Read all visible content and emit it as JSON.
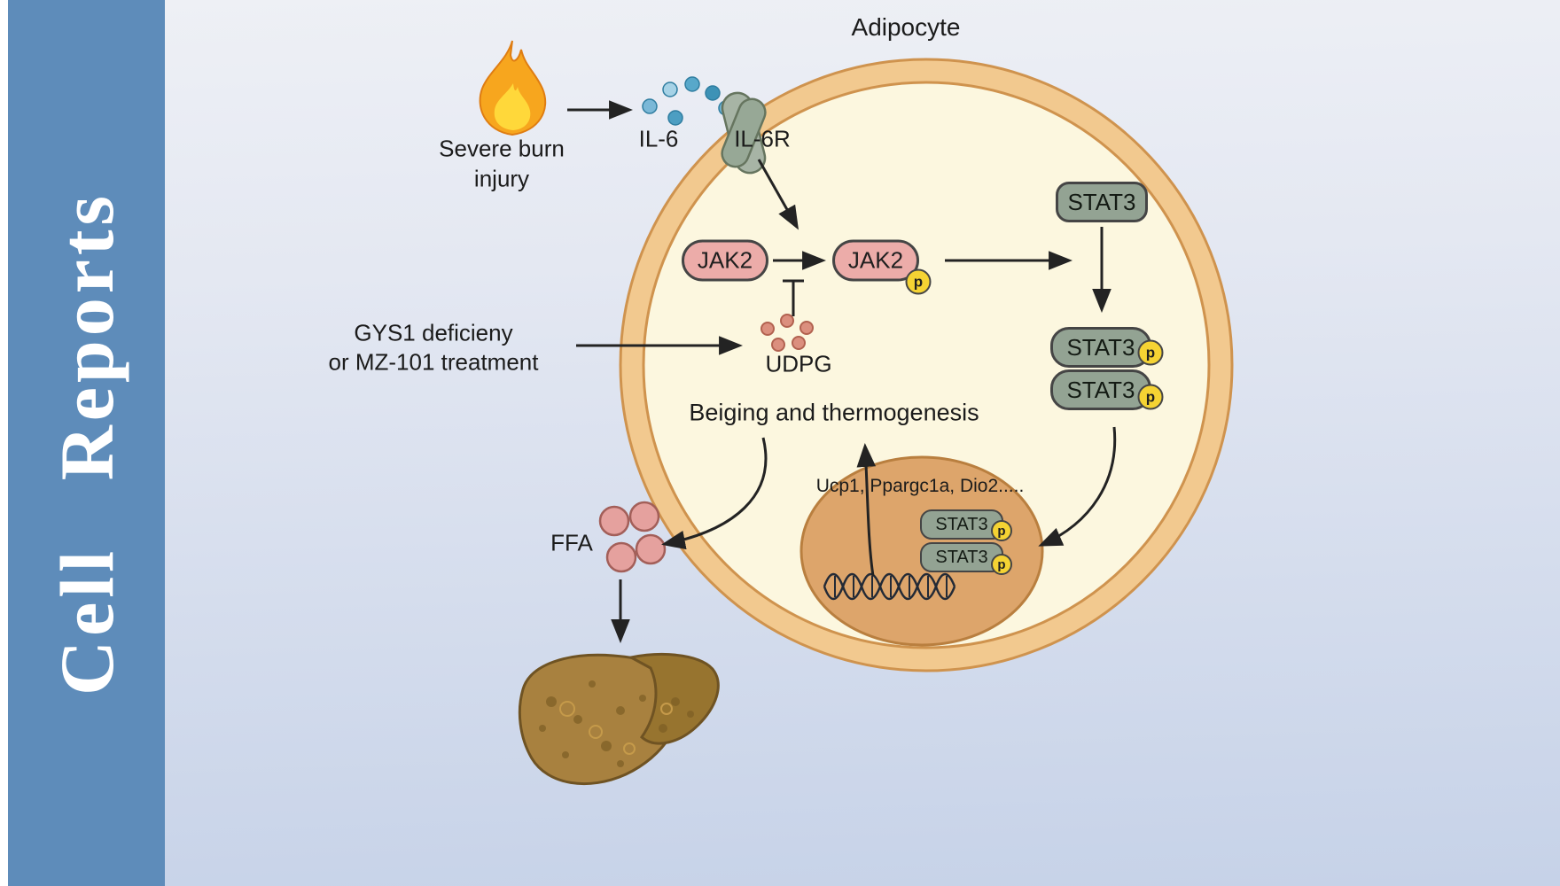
{
  "journal": {
    "name": "Cell Reports"
  },
  "labels": {
    "adipocyte": "Adipocyte",
    "severe_burn_line1": "Severe burn",
    "severe_burn_line2": "injury",
    "il6": "IL-6",
    "il6r": "IL-6R",
    "jak2": "JAK2",
    "phospho": "p",
    "stat3": "STAT3",
    "gys1_line1": "GYS1 deficieny",
    "gys1_line2": "or MZ-101 treatment",
    "udpg": "UDPG",
    "beiging": "Beiging and thermogenesis",
    "nucleus_genes": "Ucp1, Ppargc1a, Dio2.....",
    "ffa": "FFA"
  },
  "icons": {
    "flame": "flame-icon",
    "receptor": "il6r-receptor-icon",
    "dna": "dna-helix-icon",
    "liver": "liver-icon"
  },
  "colors": {
    "sidebar_blue": "#5e8cba",
    "membrane_ring": "#f2c98f",
    "membrane_outline": "#cf934e",
    "cytoplasm": "#fcf7df",
    "jak2_fill": "#ecaca9",
    "stat3_fill": "#93a393",
    "phospho_fill": "#f5d333",
    "nucleus_fill": "#dda56b",
    "arrow": "#232323"
  }
}
